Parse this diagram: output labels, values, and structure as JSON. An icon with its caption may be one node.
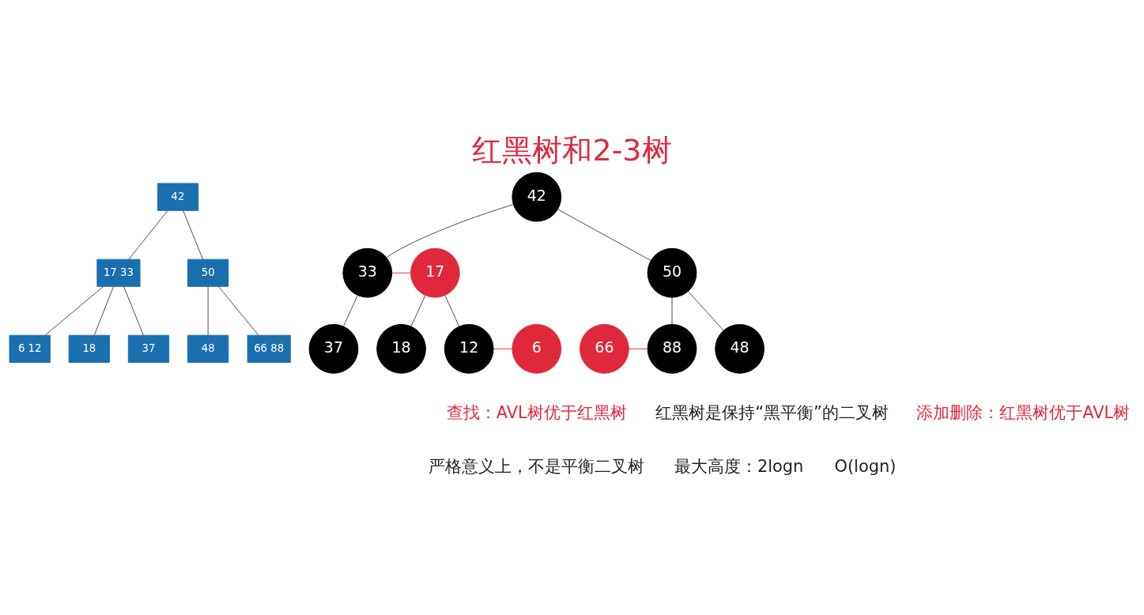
{
  "diagram": {
    "title": "红黑树和2-3树",
    "nodes": [
      {
        "text": [
          "42"
        ]
      },
      {
        "text": [
          "17 33"
        ]
      },
      {
        "text": [
          "50"
        ]
      },
      {
        "text": [
          "6 12"
        ]
      },
      {
        "text": [
          "18"
        ]
      },
      {
        "text": [
          "37"
        ]
      },
      {
        "text": [
          "48"
        ]
      },
      {
        "text": [
          "66 88"
        ]
      },
      {
        "text": [
          "42"
        ]
      },
      {
        "text": [
          "17"
        ]
      },
      {
        "text": [
          "33"
        ]
      },
      {
        "text": [
          "50"
        ]
      },
      {
        "text": [
          "6"
        ]
      },
      {
        "text": [
          "12"
        ]
      },
      {
        "text": [
          "18"
        ]
      },
      {
        "text": [
          "37"
        ]
      },
      {
        "text": [
          "48"
        ]
      },
      {
        "text": [
          "66"
        ]
      },
      {
        "text": [
          "88"
        ]
      }
    ],
    "edges": [
      {
        "from": 0,
        "to": 1,
        "arrow": "none"
      },
      {
        "from": 0,
        "to": 2,
        "arrow": "none"
      },
      {
        "from": 1,
        "to": 3,
        "arrow": "none"
      },
      {
        "from": 1,
        "to": 4,
        "arrow": "none"
      },
      {
        "from": 1,
        "to": 5,
        "arrow": "none"
      },
      {
        "from": 2,
        "to": 6,
        "arrow": "none"
      },
      {
        "from": 2,
        "to": 7,
        "arrow": "none"
      },
      {
        "from": 8,
        "to": 10,
        "arrow": "none"
      },
      {
        "from": 8,
        "to": 11,
        "arrow": "none"
      },
      {
        "from": 9,
        "to": 10,
        "arrow": "none",
        "color": "#e0283c"
      },
      {
        "from": 9,
        "to": 13,
        "arrow": "none"
      },
      {
        "from": 9,
        "to": 14,
        "arrow": "none"
      },
      {
        "from": 10,
        "to": 15,
        "arrow": "none"
      },
      {
        "from": 11,
        "to": 16,
        "arrow": "none"
      },
      {
        "from": 11,
        "to": 18,
        "arrow": "none"
      },
      {
        "from": 12,
        "to": 13,
        "arrow": "none",
        "color": "#e0283c"
      },
      {
        "from": 17,
        "to": 18,
        "arrow": "none",
        "color": "#e0283c"
      }
    ],
    "labels": [
      "查找：AVL树优于红黑树",
      "红黑树是保持“黑平衡”的二叉树",
      "添加删除：红黑树优于AVL树",
      "严格意义上，不是平衡二叉树",
      "最大高度：2logn",
      "O(logn)"
    ]
  }
}
